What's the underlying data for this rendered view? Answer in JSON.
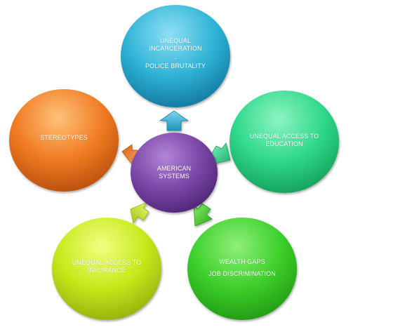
{
  "center": {
    "lines": [
      "AMERICAN",
      "SYSTEMS"
    ],
    "color": "#7a47a8"
  },
  "nodes": [
    {
      "id": "incarceration",
      "lines": [
        "UNEQUAL",
        "INCARCERATION",
        "-",
        "POLICE BRUTALITY"
      ],
      "color": "#2fb3d6"
    },
    {
      "id": "education",
      "lines": [
        "UNEQUAL ACCESS TO",
        "EDUCATION"
      ],
      "color": "#2fd88a"
    },
    {
      "id": "wealth",
      "lines": [
        "WEALTH GAPS",
        "JOB DISCRIMINATION"
      ],
      "color": "#3ccf2a"
    },
    {
      "id": "insurance",
      "lines": [
        "UNEQUAL ACCESS TO",
        "INSURANCE"
      ],
      "color": "#c8e81a"
    },
    {
      "id": "stereotypes",
      "lines": [
        "STEREOTYPES"
      ],
      "color": "#f07a22"
    }
  ]
}
